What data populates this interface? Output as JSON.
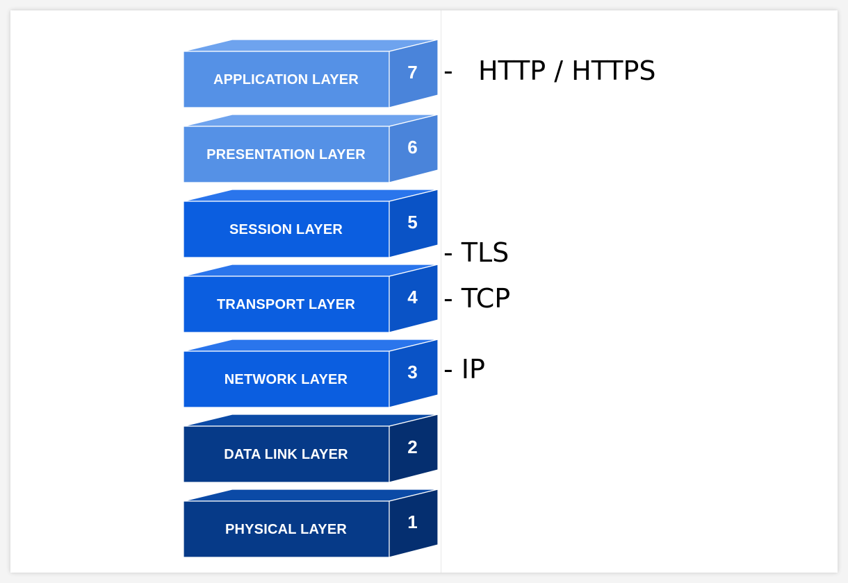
{
  "colors": {
    "light": {
      "front": "#5591e6",
      "top": "#6ea3ee",
      "side": "#4a84da"
    },
    "mid": {
      "front": "#0b5ee0",
      "top": "#2a75ec",
      "side": "#0a53c6"
    },
    "dark": {
      "front": "#063a88",
      "top": "#0b4aa6",
      "side": "#052f70"
    }
  },
  "layers": [
    {
      "number": "7",
      "name": "APPLICATION LAYER",
      "tone": "light"
    },
    {
      "number": "6",
      "name": "PRESENTATION LAYER",
      "tone": "light"
    },
    {
      "number": "5",
      "name": "SESSION LAYER",
      "tone": "mid"
    },
    {
      "number": "4",
      "name": "TRANSPORT LAYER",
      "tone": "mid"
    },
    {
      "number": "3",
      "name": "NETWORK LAYER",
      "tone": "mid"
    },
    {
      "number": "2",
      "name": "DATA LINK LAYER",
      "tone": "dark"
    },
    {
      "number": "1",
      "name": "PHYSICAL LAYER",
      "tone": "dark"
    }
  ],
  "protocols": {
    "http": "-   HTTP / HTTPS",
    "tls": "- TLS",
    "tcp": "- TCP",
    "ip": "- IP"
  }
}
